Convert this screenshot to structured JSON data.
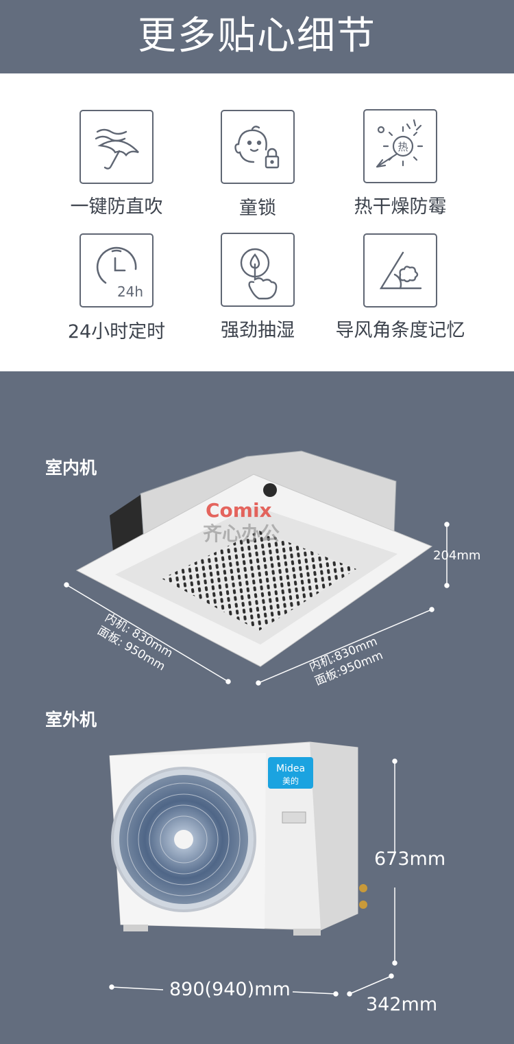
{
  "header": {
    "title": "更多贴心细节"
  },
  "features": [
    {
      "label": "一键防直吹",
      "icon": "umbrella-wind-icon"
    },
    {
      "label": "童锁",
      "icon": "baby-lock-icon"
    },
    {
      "label": "热干燥防霉",
      "icon": "heat-dry-icon",
      "badge": "热"
    },
    {
      "label": "24小时定时",
      "icon": "clock-timer-icon",
      "badge": "24h"
    },
    {
      "label": "强劲抽湿",
      "icon": "hand-drop-icon"
    },
    {
      "label": "导风角条度记忆",
      "icon": "angle-brain-icon"
    }
  ],
  "indoor": {
    "title": "室内机",
    "height": "204mm",
    "left_dims": [
      "内机: 830mm",
      "面板: 950mm"
    ],
    "right_dims": [
      "内机:830mm",
      "面板:950mm"
    ],
    "watermark_brand": "Comix",
    "watermark_text": "齐心办公"
  },
  "outdoor": {
    "title": "室外机",
    "height": "673mm",
    "width": "890(940)mm",
    "depth": "342mm",
    "brand": "Midea",
    "brand_cn": "美的"
  },
  "colors": {
    "band": "#636d7e",
    "icon_stroke": "#5f6673",
    "brand_blue": "#1ba3e0"
  }
}
